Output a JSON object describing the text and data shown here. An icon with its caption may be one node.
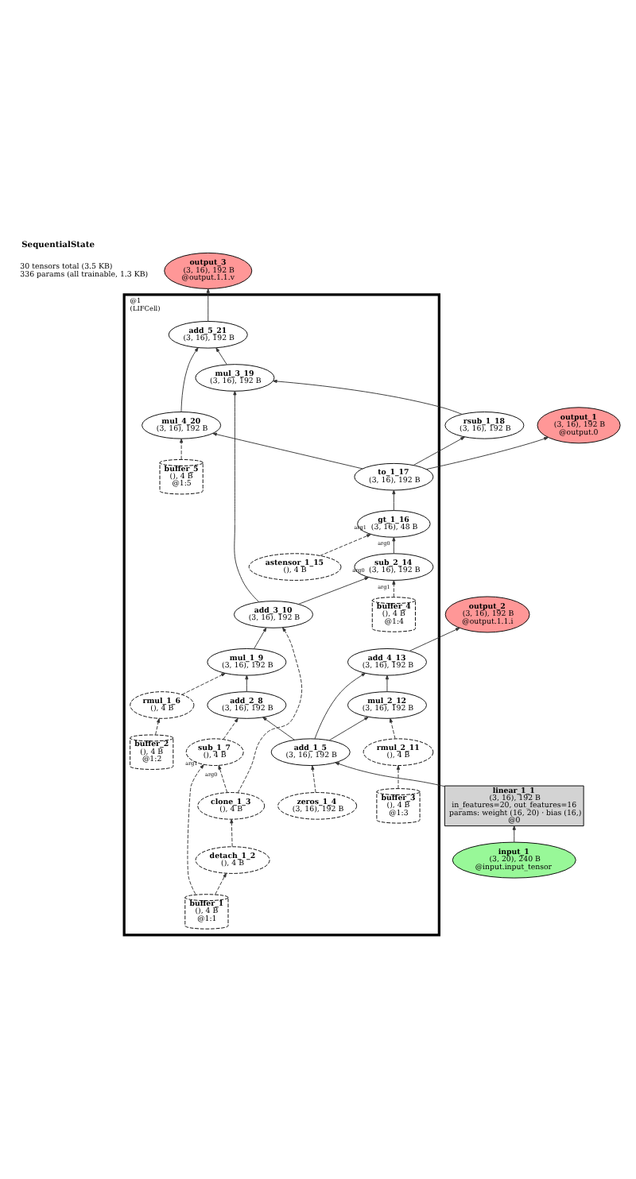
{
  "diagram": {
    "title": "SequentialState",
    "nodes": [
      {
        "text": [
          "output_3",
          "(3, 16), 192 B",
          "@output.1.1.v"
        ]
      },
      {
        "text": [
          "@1",
          "(LIFCell)"
        ]
      },
      {
        "text": [
          "add_5_21",
          "(3, 16), 192 B"
        ],
        "in": 1
      },
      {
        "text": [
          "mul_4_20",
          "(3, 16), 192 B"
        ],
        "in": 1
      },
      {
        "text": [
          "rsub_1_18",
          "(3, 16), 192 B"
        ]
      },
      {
        "text": [
          "output_1",
          "(3, 16), 192 B",
          "@output.0"
        ]
      },
      {
        "text": [
          "buffer_5",
          "(), 4 B",
          "@1:5"
        ],
        "in": 1
      },
      {
        "text": [
          "to_1_17",
          "(3, 16), 192 B"
        ],
        "in": 1
      },
      {
        "text": [
          "mul_3_19",
          "(3, 16), 192 B"
        ],
        "in": 1
      },
      {
        "text": [
          "gt_1_16",
          "(3, 16), 48 B"
        ],
        "in": 1
      },
      {
        "text": [
          "sub_2_14",
          "(3, 16), 192 B"
        ],
        "in": 1
      },
      {
        "text": [
          "astensor_1_15",
          "(), 4 B"
        ],
        "in": 1
      },
      {
        "text": [
          "add_3_10",
          "(3, 16), 192 B"
        ],
        "in": 1
      },
      {
        "text": [
          "buffer_4",
          "(), 4 B",
          "@1:4"
        ],
        "in": 1
      },
      {
        "text": [
          "output_2",
          "(3, 16), 192 B",
          "@output.1.1.i"
        ]
      },
      {
        "text": [
          "mul_1_9",
          "(3, 16), 192 B"
        ],
        "in": 1
      },
      {
        "text": [
          "add_4_13",
          "(3, 16), 192 B"
        ],
        "in": 1
      },
      {
        "text": [
          "rmul_1_6",
          "(), 4 B"
        ],
        "in": 1
      },
      {
        "text": [
          "add_2_8",
          "(3, 16), 192 B"
        ],
        "in": 1
      },
      {
        "text": [
          "mul_2_12",
          "(3, 16), 192 B"
        ],
        "in": 1
      },
      {
        "text": [
          "buffer_2",
          "(), 4 B",
          "@1:2"
        ],
        "in": 1
      },
      {
        "text": [
          "sub_1_7",
          "(), 4 B"
        ],
        "in": 1
      },
      {
        "text": [
          "rmul_2_11",
          "(), 4 B"
        ],
        "in": 1
      },
      {
        "text": [
          "add_1_5",
          "(3, 16), 192 B"
        ],
        "in": 1
      },
      {
        "text": [
          "linear_1_1",
          "(3, 16), 192 B",
          "in_features=20, out_features=16",
          "params: weight (16, 20) · bias (16,)",
          "@0"
        ]
      },
      {
        "text": [
          "buffer_3",
          "(), 4 B",
          "@1:3"
        ],
        "in": 1
      },
      {
        "text": [
          "zeros_1_4",
          "(3, 16), 192 B"
        ],
        "in": 1
      },
      {
        "text": [
          "clone_1_3",
          "(), 4 B"
        ],
        "in": 1
      },
      {
        "text": [
          "input_1",
          "(3, 20), 240 B",
          "@input.input_tensor"
        ]
      },
      {
        "text": [
          "detach_1_2",
          "(), 4 B"
        ],
        "in": 1
      },
      {
        "text": [
          "buffer_1",
          "(), 4 B",
          "@1:1"
        ],
        "in": 1
      }
    ],
    "edges": [
      {
        "from": 2,
        "to": 0,
        "arrow": "to"
      },
      {
        "from": 3,
        "to": 2,
        "arrow": "to"
      },
      {
        "from": 8,
        "to": 2,
        "arrow": "to"
      },
      {
        "from": 6,
        "to": 3,
        "arrow": "to",
        "style": "dashed"
      },
      {
        "from": 7,
        "to": 3,
        "arrow": "to"
      },
      {
        "from": 7,
        "to": 4,
        "arrow": "to"
      },
      {
        "from": 7,
        "to": 5,
        "arrow": "to"
      },
      {
        "from": 4,
        "to": 8,
        "arrow": "to"
      },
      {
        "from": 9,
        "to": 7,
        "arrow": "to"
      },
      {
        "from": 12,
        "to": 8,
        "arrow": "to"
      },
      {
        "from": 10,
        "to": 9,
        "arrow": "to",
        "label": "arg0"
      },
      {
        "from": 11,
        "to": 9,
        "arrow": "to",
        "label": "arg1",
        "style": "dashed"
      },
      {
        "from": 12,
        "to": 10,
        "arrow": "to",
        "label": "arg0"
      },
      {
        "from": 13,
        "to": 10,
        "arrow": "to",
        "label": "arg1",
        "style": "dashed"
      },
      {
        "from": 16,
        "to": 14,
        "arrow": "to"
      },
      {
        "from": 15,
        "to": 12,
        "arrow": "to"
      },
      {
        "from": 27,
        "to": 12,
        "arrow": "to",
        "style": "dashed"
      },
      {
        "from": 17,
        "to": 15,
        "arrow": "to",
        "style": "dashed"
      },
      {
        "from": 18,
        "to": 15,
        "arrow": "to"
      },
      {
        "from": 19,
        "to": 16,
        "arrow": "to"
      },
      {
        "from": 23,
        "to": 16,
        "arrow": "to"
      },
      {
        "from": 20,
        "to": 17,
        "arrow": "to",
        "style": "dashed"
      },
      {
        "from": 21,
        "to": 18,
        "arrow": "to",
        "style": "dashed"
      },
      {
        "from": 23,
        "to": 18,
        "arrow": "to"
      },
      {
        "from": 22,
        "to": 19,
        "arrow": "to",
        "style": "dashed"
      },
      {
        "from": 23,
        "to": 19,
        "arrow": "to"
      },
      {
        "from": 24,
        "to": 23,
        "arrow": "to"
      },
      {
        "from": 25,
        "to": 22,
        "arrow": "to",
        "style": "dashed"
      },
      {
        "from": 26,
        "to": 23,
        "arrow": "to",
        "style": "dashed"
      },
      {
        "from": 27,
        "to": 21,
        "arrow": "to",
        "label": "arg0",
        "style": "dashed"
      },
      {
        "from": 30,
        "to": 21,
        "arrow": "to",
        "label": "arg1",
        "style": "dashed"
      },
      {
        "from": 28,
        "to": 24,
        "arrow": "to"
      },
      {
        "from": 29,
        "to": 27,
        "arrow": "to",
        "style": "dashed"
      },
      {
        "from": 30,
        "to": 29,
        "arrow": "to",
        "style": "dashed"
      }
    ],
    "labels": [
      "30 tensors total (3.5 KB)",
      "336 params (all trainable, 1.3 KB)"
    ]
  }
}
